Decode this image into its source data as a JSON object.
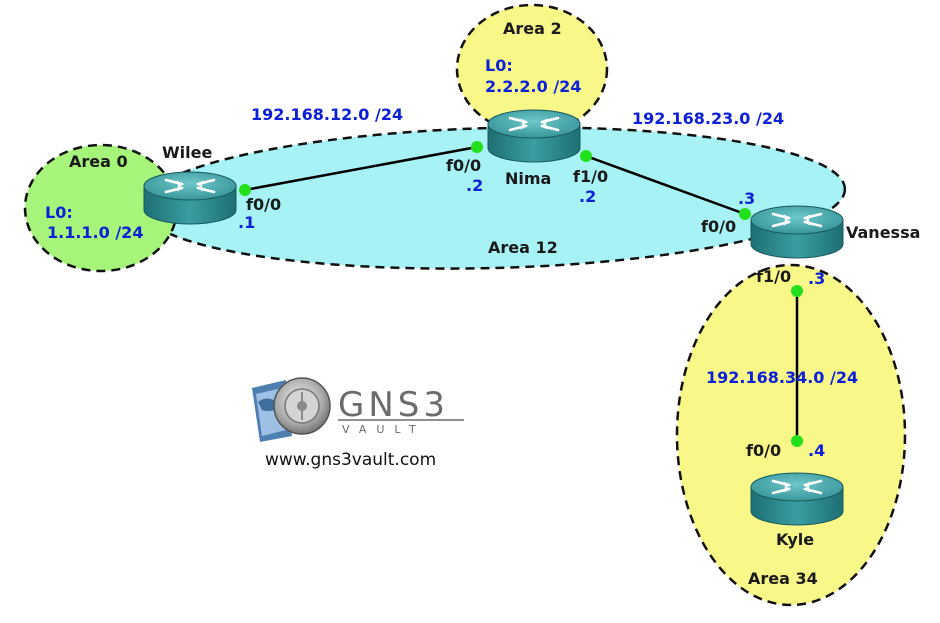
{
  "colors": {
    "area_green": "#a6f57a",
    "area_yellow": "#f8f888",
    "area_cyan": "#a6f2f4",
    "port_green": "#22e01c",
    "label_blue": "#0b20d8",
    "router_body": "#2e8f93"
  },
  "areas": {
    "area0": "Area 0",
    "area2": "Area 2",
    "area12": "Area 12",
    "area34": "Area 34"
  },
  "routers": {
    "wilee": {
      "name": "Wilee",
      "loopback_label": "L0:",
      "loopback_net": "1.1.1.0 /24",
      "port": "f0/0",
      "host": ".1",
      "icon": "router-icon"
    },
    "nima": {
      "name": "Nima",
      "loopback_label": "L0:",
      "loopback_net": "2.2.2.0 /24",
      "port_left": "f0/0",
      "host_left": ".2",
      "port_right": "f1/0",
      "host_right": ".2",
      "icon": "router-icon"
    },
    "vanessa": {
      "name": "Vanessa",
      "port_left": "f0/0",
      "host_left": ".3",
      "port_down": "f1/0",
      "host_down": ".3",
      "icon": "router-icon"
    },
    "kyle": {
      "name": "Kyle",
      "port": "f0/0",
      "host": ".4",
      "icon": "router-icon"
    }
  },
  "networks": {
    "net12": "192.168.12.0 /24",
    "net23": "192.168.23.0 /24",
    "net34": "192.168.34.0 /24"
  },
  "logo": {
    "brand": "GNS3",
    "sub": "VAULT",
    "url": "www.gns3vault.com",
    "icon": "gns3-vault-logo-icon"
  }
}
